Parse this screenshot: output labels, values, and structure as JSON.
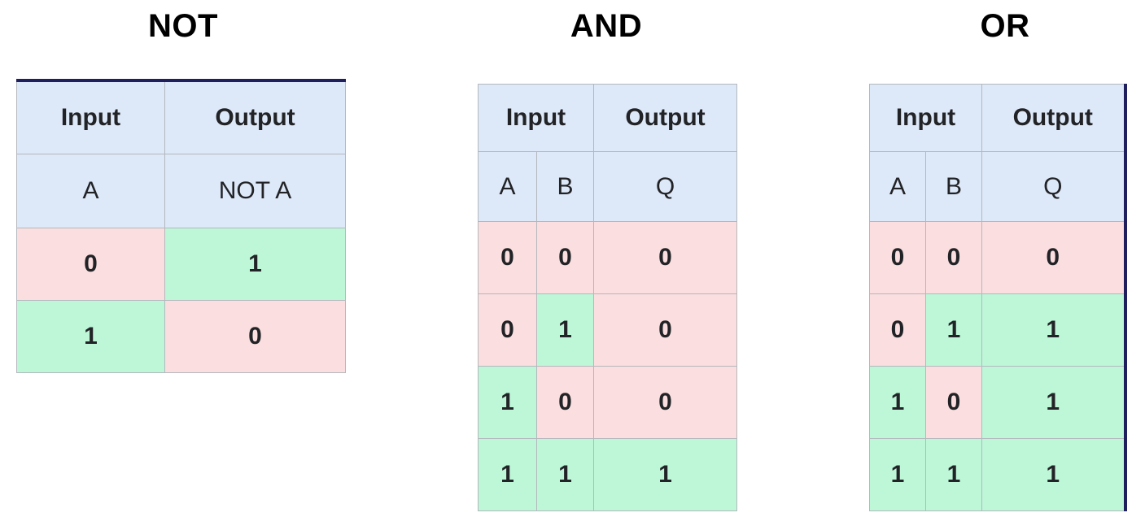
{
  "page": {
    "background": "#ffffff",
    "colors": {
      "header_blue": "#dde8f8",
      "false_pink": "#fbdedf",
      "true_green": "#bdf7d8",
      "grid_line": "#b4b8bd",
      "accent_navy": "#1e1f5c",
      "text": "#222326"
    }
  },
  "gates": [
    {
      "title": "NOT",
      "headers": {
        "input": "Input",
        "output": "Output"
      },
      "signals": {
        "a": "A",
        "q": "NOT A"
      },
      "rows": [
        {
          "a": "0",
          "a_state": "false",
          "q": "1",
          "q_state": "true"
        },
        {
          "a": "1",
          "a_state": "true",
          "q": "0",
          "q_state": "false"
        }
      ]
    },
    {
      "title": "AND",
      "headers": {
        "input": "Input",
        "output": "Output"
      },
      "signals": {
        "a": "A",
        "b": "B",
        "q": "Q"
      },
      "rows": [
        {
          "a": "0",
          "a_state": "false",
          "b": "0",
          "b_state": "false",
          "q": "0",
          "q_state": "false"
        },
        {
          "a": "0",
          "a_state": "false",
          "b": "1",
          "b_state": "true",
          "q": "0",
          "q_state": "false"
        },
        {
          "a": "1",
          "a_state": "true",
          "b": "0",
          "b_state": "false",
          "q": "0",
          "q_state": "false"
        },
        {
          "a": "1",
          "a_state": "true",
          "b": "1",
          "b_state": "true",
          "q": "1",
          "q_state": "true"
        }
      ]
    },
    {
      "title": "OR",
      "headers": {
        "input": "Input",
        "output": "Output"
      },
      "signals": {
        "a": "A",
        "b": "B",
        "q": "Q"
      },
      "rows": [
        {
          "a": "0",
          "a_state": "false",
          "b": "0",
          "b_state": "false",
          "q": "0",
          "q_state": "false"
        },
        {
          "a": "0",
          "a_state": "false",
          "b": "1",
          "b_state": "true",
          "q": "1",
          "q_state": "true"
        },
        {
          "a": "1",
          "a_state": "true",
          "b": "0",
          "b_state": "false",
          "q": "1",
          "q_state": "true"
        },
        {
          "a": "1",
          "a_state": "true",
          "b": "1",
          "b_state": "true",
          "q": "1",
          "q_state": "true"
        }
      ]
    }
  ]
}
